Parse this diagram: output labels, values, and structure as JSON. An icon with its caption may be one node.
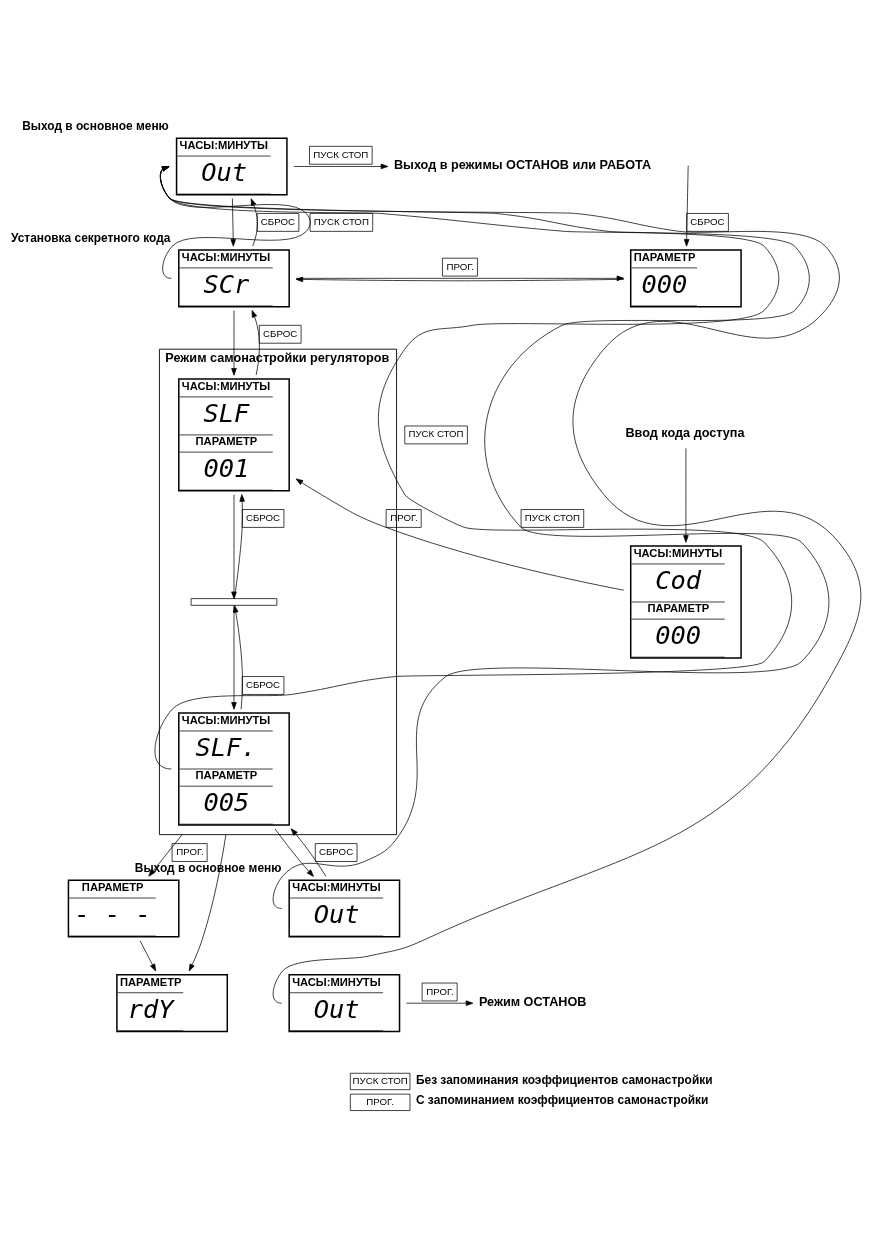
{
  "diagram": {
    "nodes": [
      {
        "text": [
          "ЧАСЫ:МИНУТЫ",
          "Out"
        ],
        "beside": [
          "Выход в основное меню"
        ]
      },
      {
        "text": [
          "Выход в режимы ОСТАНОВ или РАБОТА"
        ]
      },
      {
        "text": [
          "ЧАСЫ:МИНУТЫ",
          "SCr"
        ],
        "beside": [
          "Установка секретного кода"
        ]
      },
      {
        "text": [
          "ПАРАМЕТР",
          "000"
        ]
      },
      {
        "text": [
          "Ввод кода доступа"
        ]
      },
      {
        "text": [
          "Режим самонастройки регуляторов"
        ]
      },
      {
        "text": [
          "ЧАСЫ:МИНУТЫ",
          "SLF",
          "ПАРАМЕТР",
          "001"
        ],
        "in": 5
      },
      {
        "text": [],
        "shape": "bar",
        "in": 5
      },
      {
        "text": [
          "ЧАСЫ:МИНУТЫ",
          "SLF.",
          "ПАРАМЕТР",
          "005"
        ],
        "in": 5
      },
      {
        "text": [
          "ЧАСЫ:МИНУТЫ",
          "Cod",
          "ПАРАМЕТР",
          "000"
        ]
      },
      {
        "text": [
          "ПАРАМЕТР",
          "- - -"
        ]
      },
      {
        "text": [
          "ПАРАМЕТР",
          "rdY"
        ]
      },
      {
        "text": [
          "ЧАСЫ:МИНУТЫ",
          "Out"
        ],
        "beside": [
          "Выход в основное меню"
        ]
      },
      {
        "text": [
          "ЧАСЫ:МИНУТЫ",
          "Out"
        ]
      },
      {
        "text": [
          "Режим ОСТАНОВ"
        ]
      }
    ],
    "edges": [
      {
        "from": 0,
        "to": 2,
        "arrow": "to"
      },
      {
        "from": 2,
        "to": 0,
        "arrow": "to",
        "label": "СБРОС"
      },
      {
        "from": 0,
        "to": 1,
        "arrow": "to",
        "label": "ПУСК СТОП"
      },
      {
        "from": 2,
        "to": 3,
        "arrow": "to",
        "label": "ПРОГ."
      },
      {
        "from": 3,
        "to": 2,
        "arrow": "to"
      },
      {
        "from": null,
        "to": 3,
        "arrow": "to",
        "label": "СБРОС"
      },
      {
        "from": 2,
        "to": 0,
        "arrow": "to",
        "label": "ПУСК СТОП"
      },
      {
        "from": 2,
        "to": 6,
        "arrow": "to"
      },
      {
        "from": 6,
        "to": 2,
        "arrow": "to",
        "label": "СБРОС"
      },
      {
        "from": 4,
        "to": 9,
        "arrow": "to"
      },
      {
        "from": 9,
        "to": 6,
        "arrow": "to",
        "label": "ПРОГ."
      },
      {
        "from": 6,
        "to": 7,
        "arrow": "to"
      },
      {
        "from": 7,
        "to": 6,
        "arrow": "to",
        "label": "СБРОС"
      },
      {
        "from": 7,
        "to": 8,
        "arrow": "to"
      },
      {
        "from": 8,
        "to": 7,
        "arrow": "to",
        "label": "СБРОС"
      },
      {
        "from": 5,
        "to": 10,
        "arrow": "to",
        "label": "ПРОГ."
      },
      {
        "from": 5,
        "to": 11,
        "arrow": "to"
      },
      {
        "from": 10,
        "to": 11,
        "arrow": "to"
      },
      {
        "from": 8,
        "to": 0,
        "arrow": "to",
        "label": "ПУСК СТОП"
      },
      {
        "from": 8,
        "to": 12,
        "arrow": "to"
      },
      {
        "from": 12,
        "to": 8,
        "arrow": "to",
        "label": "СБРОС"
      },
      {
        "from": 12,
        "to": 0,
        "arrow": "to",
        "label": "ПУСК СТОП"
      },
      {
        "from": 13,
        "to": 14,
        "arrow": "to",
        "label": "ПРОГ."
      },
      {
        "from": 13,
        "to": 0,
        "arrow": "to"
      }
    ],
    "labels": [
      "ПУСК СТОП",
      "ПРОГ."
    ],
    "legend": [
      {
        "text": "Без запоминания коэффициентов самонастройки"
      },
      {
        "text": "С запоминанием коэффициентов самонастройки"
      }
    ]
  }
}
